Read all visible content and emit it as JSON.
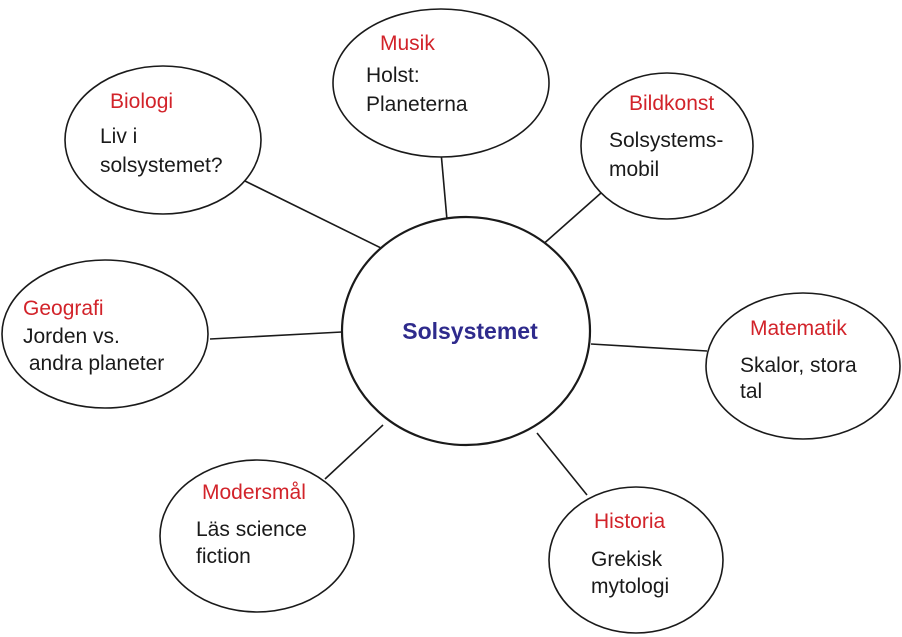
{
  "center": {
    "label": "Solsystemet"
  },
  "nodes": [
    {
      "id": "musik",
      "subject": "Musik",
      "lines": [
        "Holst:",
        "Planeterna"
      ]
    },
    {
      "id": "bildkonst",
      "subject": "Bildkonst",
      "lines": [
        "Solsystems-",
        "mobil"
      ]
    },
    {
      "id": "matematik",
      "subject": "Matematik",
      "lines": [
        "Skalor, stora",
        "tal"
      ]
    },
    {
      "id": "historia",
      "subject": "Historia",
      "lines": [
        "Grekisk",
        "mytologi"
      ]
    },
    {
      "id": "modersmal",
      "subject": "Modersmål",
      "lines": [
        "Läs science",
        "fiction"
      ]
    },
    {
      "id": "geografi",
      "subject": "Geografi",
      "lines": [
        "Jorden vs.",
        " andra planeter"
      ]
    },
    {
      "id": "biologi",
      "subject": "Biologi",
      "lines": [
        "Liv i",
        "solsystemet?"
      ]
    }
  ],
  "colors": {
    "subject": "#d2232a",
    "center_label": "#2e2a8c",
    "text": "#1a1a1a",
    "stroke": "#1a1a1a"
  }
}
